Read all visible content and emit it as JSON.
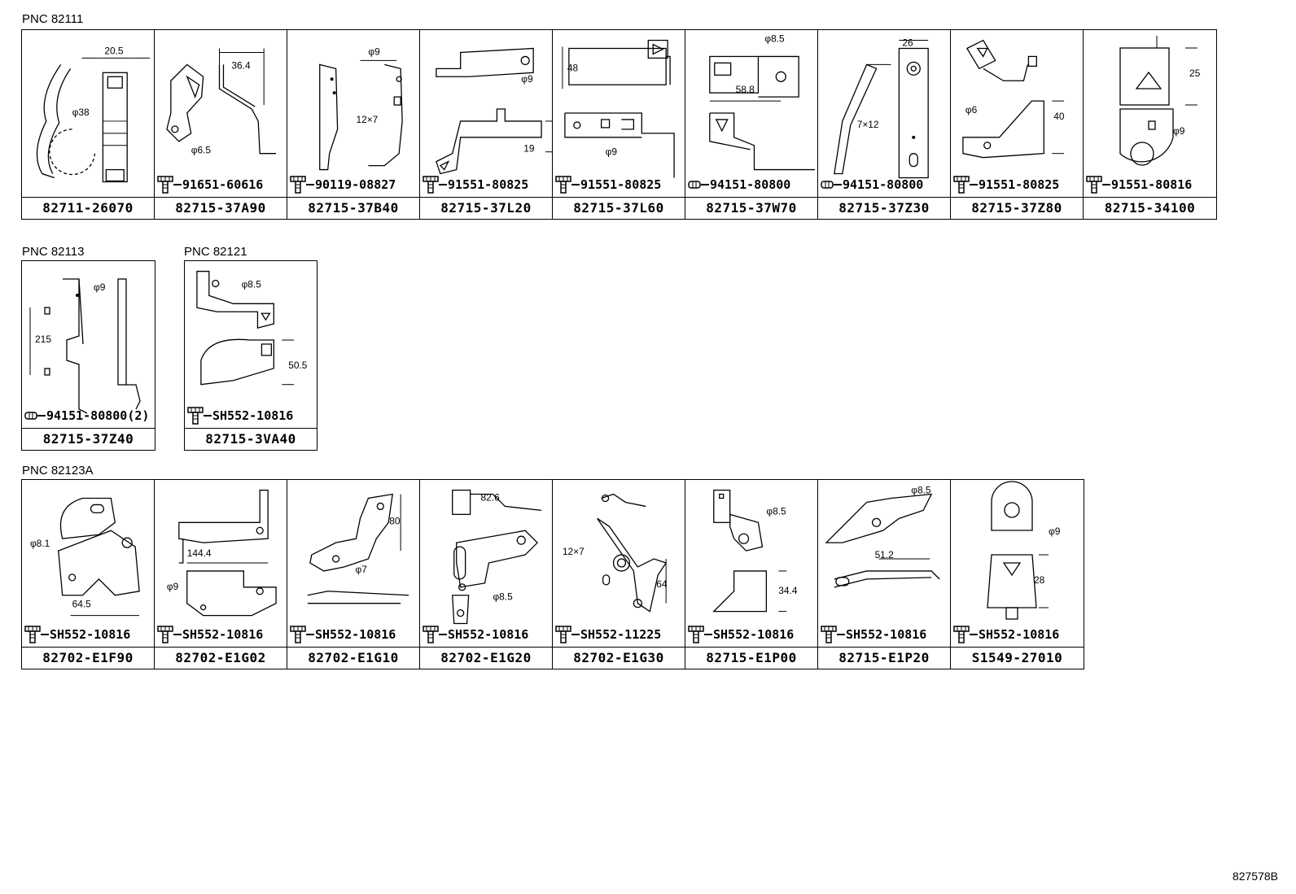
{
  "groups": [
    {
      "pnc": "PNC 82111",
      "parts": [
        {
          "part": "82711-26070",
          "fastener": null,
          "dims": [
            "20.5",
            "φ38"
          ]
        },
        {
          "part": "82715-37A90",
          "fastener": {
            "type": "bolt",
            "part": "91651-60616"
          },
          "dims": [
            "36.4",
            "φ6.5"
          ]
        },
        {
          "part": "82715-37B40",
          "fastener": {
            "type": "bolt",
            "part": "90119-08827"
          },
          "dims": [
            "φ9",
            "12×7"
          ]
        },
        {
          "part": "82715-37L20",
          "fastener": {
            "type": "bolt",
            "part": "91551-80825"
          },
          "dims": [
            "φ9",
            "19"
          ]
        },
        {
          "part": "82715-37L60",
          "fastener": {
            "type": "bolt",
            "part": "91551-80825"
          },
          "dims": [
            "48",
            "φ9"
          ]
        },
        {
          "part": "82715-37W70",
          "fastener": {
            "type": "nut",
            "part": "94151-80800"
          },
          "dims": [
            "φ8.5",
            "58.8"
          ]
        },
        {
          "part": "82715-37Z30",
          "fastener": {
            "type": "nut",
            "part": "94151-80800"
          },
          "dims": [
            "26",
            "7×12"
          ]
        },
        {
          "part": "82715-37Z80",
          "fastener": {
            "type": "bolt",
            "part": "91551-80825"
          },
          "dims": [
            "φ6",
            "40"
          ]
        },
        {
          "part": "82715-34100",
          "fastener": {
            "type": "bolt",
            "part": "91551-80816"
          },
          "dims": [
            "25",
            "φ9"
          ]
        }
      ]
    },
    {
      "pnc": "PNC 82113",
      "parts": [
        {
          "part": "82715-37Z40",
          "fastener": {
            "type": "nut",
            "part": "94151-80800(2)"
          },
          "dims": [
            "φ9",
            "215"
          ]
        }
      ]
    },
    {
      "pnc": "PNC 82121",
      "parts": [
        {
          "part": "82715-3VA40",
          "fastener": {
            "type": "bolt",
            "part": "SH552-10816"
          },
          "dims": [
            "φ8.5",
            "50.5"
          ]
        }
      ]
    },
    {
      "pnc": "PNC 82123A",
      "parts": [
        {
          "part": "82702-E1F90",
          "fastener": {
            "type": "bolt",
            "part": "SH552-10816"
          },
          "dims": [
            "φ8.1",
            "64.5"
          ]
        },
        {
          "part": "82702-E1G02",
          "fastener": {
            "type": "bolt",
            "part": "SH552-10816"
          },
          "dims": [
            "144.4",
            "φ9"
          ]
        },
        {
          "part": "82702-E1G10",
          "fastener": {
            "type": "bolt",
            "part": "SH552-10816"
          },
          "dims": [
            "80",
            "φ7"
          ]
        },
        {
          "part": "82702-E1G20",
          "fastener": {
            "type": "bolt",
            "part": "SH552-10816"
          },
          "dims": [
            "82.6",
            "φ8.5"
          ]
        },
        {
          "part": "82702-E1G30",
          "fastener": {
            "type": "bolt",
            "part": "SH552-11225"
          },
          "dims": [
            "12×7",
            "64"
          ]
        },
        {
          "part": "82715-E1P00",
          "fastener": {
            "type": "bolt",
            "part": "SH552-10816"
          },
          "dims": [
            "φ8.5",
            "34.4"
          ]
        },
        {
          "part": "82715-E1P20",
          "fastener": {
            "type": "bolt",
            "part": "SH552-10816"
          },
          "dims": [
            "φ8.5",
            "51.2"
          ]
        },
        {
          "part": "S1549-27010",
          "fastener": {
            "type": "bolt",
            "part": "SH552-10816"
          },
          "dims": [
            "φ9",
            "28"
          ]
        }
      ]
    }
  ],
  "reference": "827578B",
  "icons": {
    "bolt": "hex-bolt-icon",
    "nut": "clip-nut-icon"
  }
}
